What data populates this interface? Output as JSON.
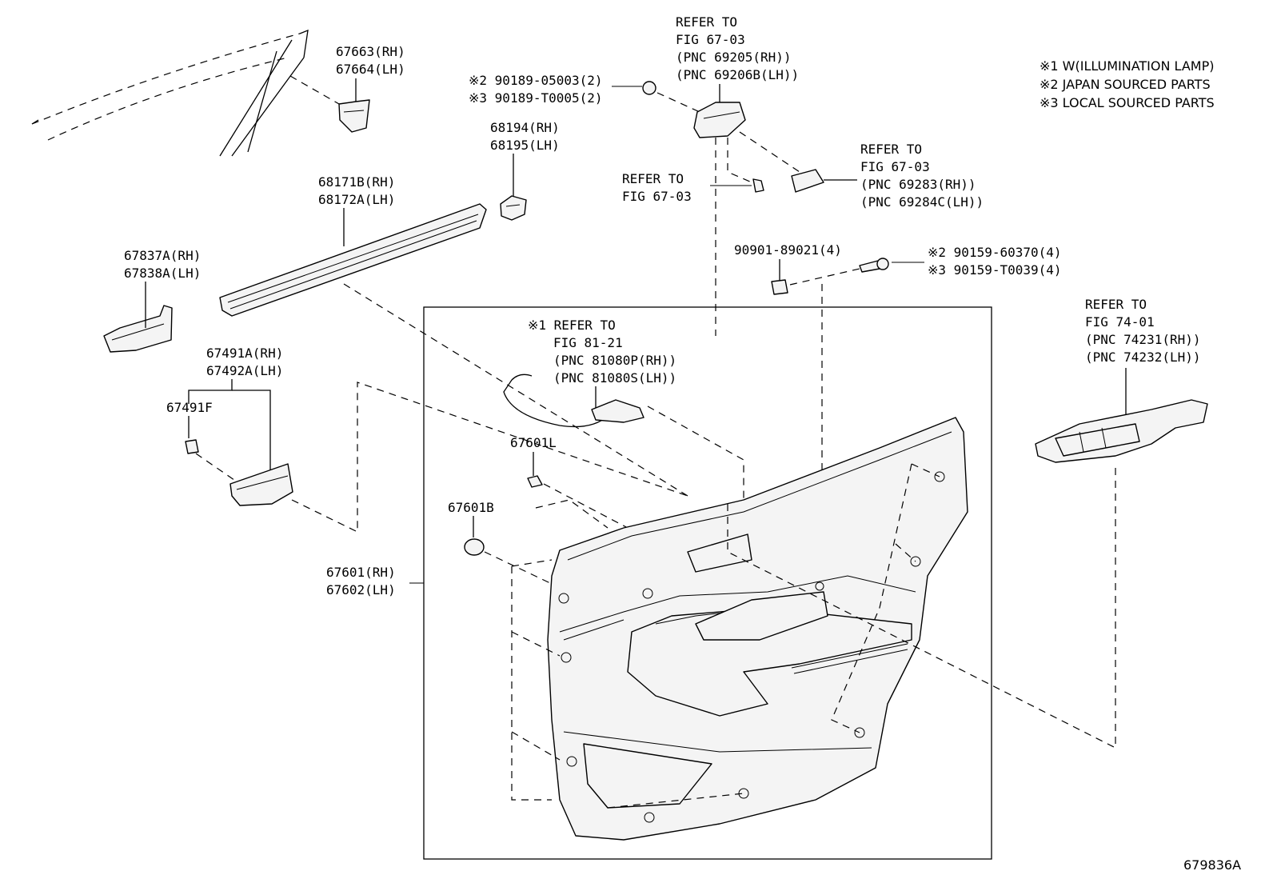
{
  "notes": [
    "※1 W(ILLUMINATION LAMP)",
    "※2 JAPAN SOURCED PARTS",
    "※3 LOCAL SOURCED PARTS"
  ],
  "labels": {
    "l67663": [
      "67663(RH)",
      "67664(LH)"
    ],
    "l68194": [
      "68194(RH)",
      "68195(LH)"
    ],
    "l68171": [
      "68171B(RH)",
      "68172A(LH)"
    ],
    "l67837": [
      "67837A(RH)",
      "67838A(LH)"
    ],
    "l67491": [
      "67491A(RH)",
      "67492A(LH)"
    ],
    "l67491f": [
      "67491F"
    ],
    "l67601l": [
      "67601L"
    ],
    "l67601b": [
      "67601B"
    ],
    "l67601": [
      "67601(RH)",
      "67602(LH)"
    ],
    "l90189": [
      "※2 90189-05003(2)",
      "※3 90189-T0005(2)"
    ],
    "l90901": [
      "90901-89021(4)"
    ],
    "l90159": [
      "※2 90159-60370(4)",
      "※3 90159-T0039(4)"
    ],
    "ref6703a": [
      "REFER TO",
      "FIG 67-03",
      "(PNC 69205(RH))",
      "(PNC 69206B(LH))"
    ],
    "ref6703b": [
      "REFER TO",
      "FIG 67-03",
      "(PNC 69283(RH))",
      "(PNC 69284C(LH))"
    ],
    "ref6703c": [
      "REFER TO",
      "FIG 67-03"
    ],
    "ref8121": [
      "※1 REFER TO",
      "FIG 81-21",
      "(PNC 81080P(RH))",
      "(PNC 81080S(LH))"
    ],
    "ref7401": [
      "REFER TO",
      "FIG 74-01",
      "(PNC 74231(RH))",
      "(PNC 74232(LH))"
    ]
  },
  "figure_id": "679836A"
}
